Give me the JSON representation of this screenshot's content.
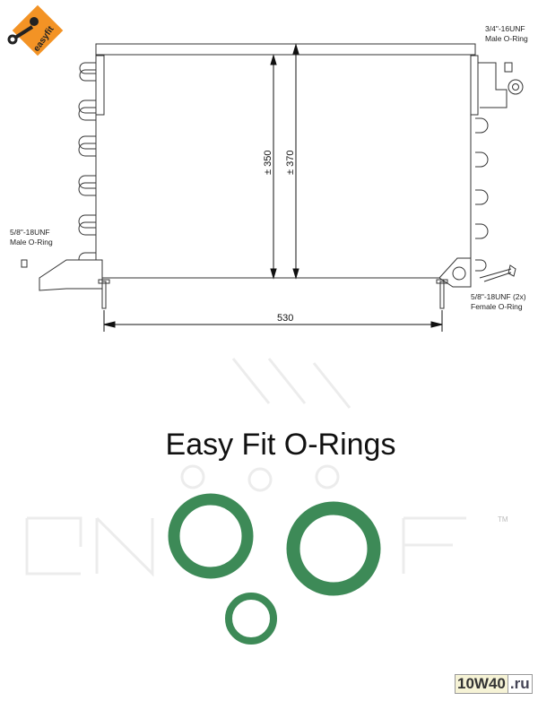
{
  "logo": {
    "text": "easyfit",
    "color": "#f39325"
  },
  "labels": {
    "top_right_line1": "3/4\"-16UNF",
    "top_right_line2": "Male O-Ring",
    "left_line1": "5/8\"-18UNF",
    "left_line2": "Male O-Ring",
    "bottom_right_line1": "5/8\"-18UNF (2x)",
    "bottom_right_line2": "Female O-Ring"
  },
  "dimensions": {
    "height_inner": "± 350",
    "height_outer": "± 370",
    "width": "530"
  },
  "title": "Easy Fit O-Rings",
  "trademark": "TM",
  "oring_color": "#3d8a57",
  "watermark": {
    "part1": "10W40",
    "part2": ".ru"
  }
}
